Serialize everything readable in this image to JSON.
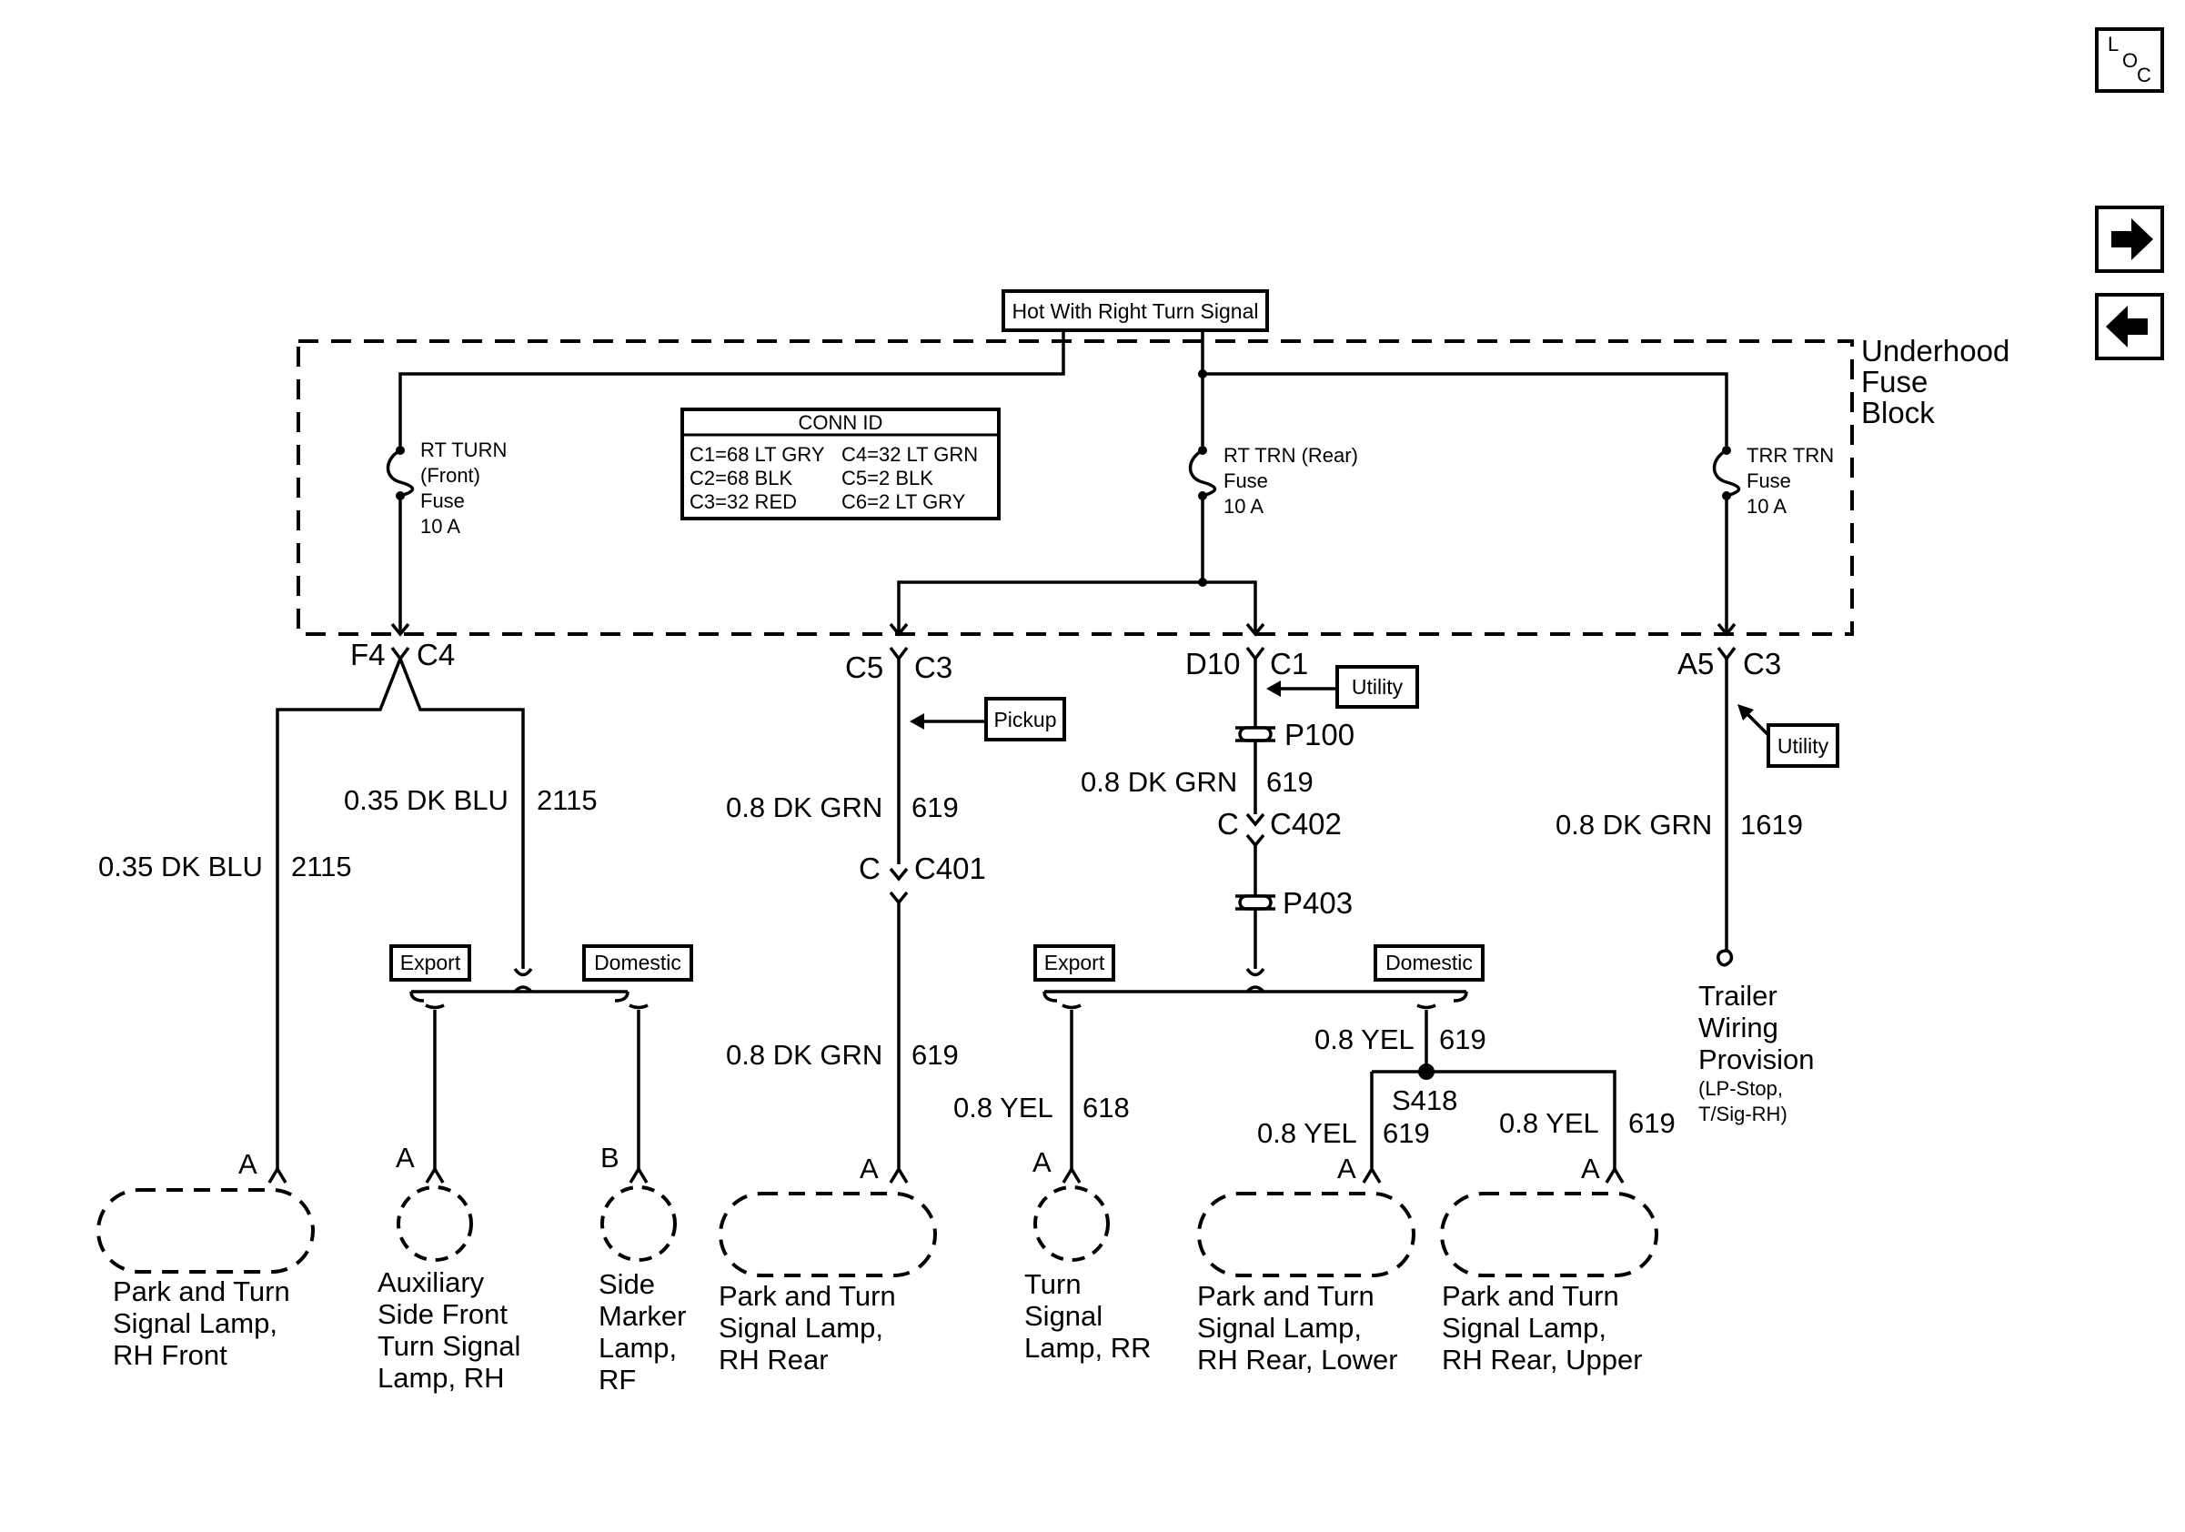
{
  "nav_buttons": {
    "loc": {
      "label": "LOC",
      "icon": "location-icon"
    },
    "next": {
      "icon": "arrow-right-icon"
    },
    "prev": {
      "icon": "arrow-left-icon"
    }
  },
  "header": {
    "title": "Hot With Right Turn Signal"
  },
  "fuse_block": {
    "label_lines": [
      "Underhood",
      "Fuse",
      "Block"
    ]
  },
  "conn_id": {
    "title": "CONN ID",
    "col1": [
      "C1=68 LT GRY",
      "C2=68 BLK",
      "C3=32 RED"
    ],
    "col2": [
      "C4=32 LT GRN",
      "C5=2 BLK",
      "C6=2 LT GRY"
    ]
  },
  "fuses": [
    {
      "lines": [
        "RT TURN",
        "(Front)",
        "Fuse",
        "10 A"
      ]
    },
    {
      "lines": [
        "RT TRN (Rear)",
        "Fuse",
        "10 A"
      ]
    },
    {
      "lines": [
        "TRR TRN",
        "Fuse",
        "10 A"
      ]
    }
  ],
  "connectors": {
    "f4": "F4",
    "c4": "C4",
    "c5": "C5",
    "c3a": "C3",
    "d10": "D10",
    "c1": "C1",
    "a5": "A5",
    "c3b": "C3",
    "p100": "P100",
    "c_c402": "C",
    "c402": "C402",
    "p403": "P403",
    "c_c401": "C",
    "c401": "C401",
    "s418": "S418"
  },
  "tags": {
    "utility_a": "Utility",
    "pickup": "Pickup",
    "utility_b": "Utility",
    "export_a": "Export",
    "domestic_a": "Domestic",
    "export_b": "Export",
    "domestic_b": "Domestic"
  },
  "wires": {
    "w1": {
      "color": "0.35 DK BLU",
      "circuit": "2115"
    },
    "w2": {
      "color": "0.35 DK BLU",
      "circuit": "2115"
    },
    "w3": {
      "color": "0.8 DK GRN",
      "circuit": "619"
    },
    "w4": {
      "color": "0.8 DK GRN",
      "circuit": "619"
    },
    "w5": {
      "color": "0.8 DK GRN",
      "circuit": "619"
    },
    "w6": {
      "color": "0.8 DK GRN",
      "circuit": "1619"
    },
    "w7": {
      "color": "0.8 YEL",
      "circuit": "618"
    },
    "w8": {
      "color": "0.8 YEL",
      "circuit": "619"
    },
    "w9": {
      "color": "0.8 YEL",
      "circuit": "619"
    },
    "w10": {
      "color": "0.8 YEL",
      "circuit": "619"
    }
  },
  "pins": {
    "p1": "A",
    "p2": "A",
    "p3": "B",
    "p4": "A",
    "p5": "A",
    "p6": "A",
    "p7": "A"
  },
  "loads": {
    "l1": [
      "Park and Turn",
      "Signal Lamp,",
      "RH Front"
    ],
    "l2": [
      "Auxiliary",
      "Side Front",
      "Turn Signal",
      "Lamp, RH"
    ],
    "l3": [
      "Side",
      "Marker",
      "Lamp,",
      "RF"
    ],
    "l4": [
      "Park and Turn",
      "Signal Lamp,",
      "RH Rear"
    ],
    "l5": [
      "Turn",
      "Signal",
      "Lamp, RR"
    ],
    "l6": [
      "Park and Turn",
      "Signal Lamp,",
      "RH Rear, Lower"
    ],
    "l7": [
      "Park and Turn",
      "Signal Lamp,",
      "RH Rear, Upper"
    ]
  },
  "trailer": {
    "lines": [
      "Trailer",
      "Wiring",
      "Provision"
    ],
    "sub_lines": [
      "(LP-Stop,",
      "T/Sig-RH)"
    ]
  }
}
